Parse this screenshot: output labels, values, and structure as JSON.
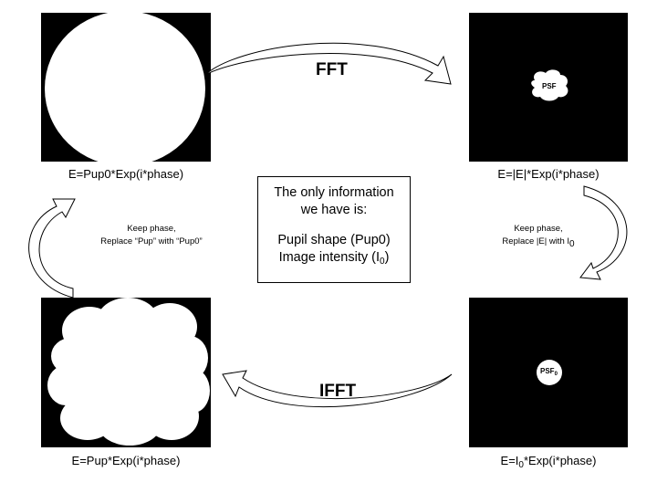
{
  "panels": {
    "top_left": {
      "caption": "E=Pup0*Exp(i*phase)"
    },
    "top_right": {
      "caption": "E=|E|*Exp(i*phase)",
      "inner_label": "PSF"
    },
    "bottom_left": {
      "caption": "E=Pup*Exp(i*phase)"
    },
    "bottom_right": {
      "caption_pre": "E=I",
      "caption_sub": "0",
      "caption_post": "*Exp(i*phase)",
      "inner_label": "PSF",
      "inner_sub": "0"
    }
  },
  "arrows": {
    "fft": "FFT",
    "ifft": "IFFT"
  },
  "notes": {
    "left": {
      "line1": "Keep phase,",
      "line2": "Replace “Pup” with “Pup0”"
    },
    "right": {
      "line1": "Keep phase,",
      "line2_pre": "Replace |E| with I",
      "line2_sub": "0"
    }
  },
  "info": {
    "line1": "The only information",
    "line2": "we have is:",
    "line3": "Pupil shape (Pup0)",
    "line4_pre": "Image intensity (I",
    "line4_sub": "0",
    "line4_post": ")"
  }
}
